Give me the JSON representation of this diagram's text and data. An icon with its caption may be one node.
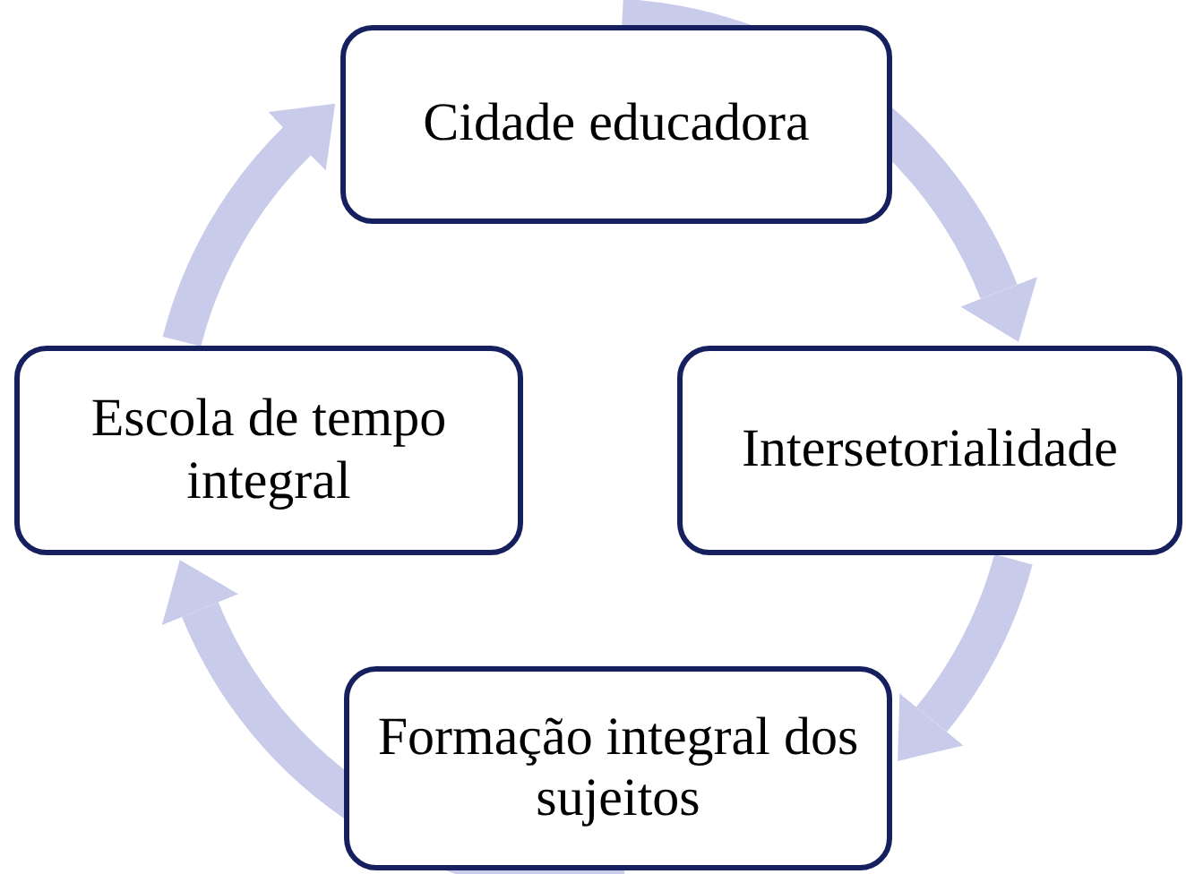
{
  "diagram": {
    "nodes": [
      {
        "text": [
          "Cidade educadora"
        ]
      },
      {
        "text": [
          "Intersetorialidade"
        ]
      },
      {
        "text": [
          "Formação integral dos sujeitos"
        ]
      },
      {
        "text": [
          "Escola de tempo integral"
        ]
      }
    ],
    "edges": [
      {
        "from": 0,
        "to": 1,
        "arrow": "to"
      },
      {
        "from": 1,
        "to": 2,
        "arrow": "to"
      },
      {
        "from": 2,
        "to": 3,
        "arrow": "to"
      },
      {
        "from": 3,
        "to": 0,
        "arrow": "to"
      }
    ]
  }
}
